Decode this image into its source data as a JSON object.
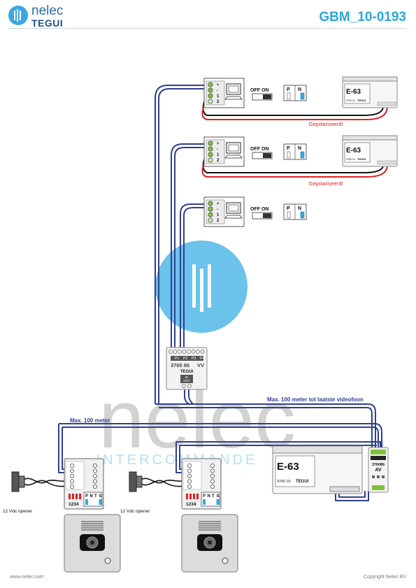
{
  "brand": {
    "name": "nelec",
    "sub": "TEGUI"
  },
  "doc_id": "GBM_10-0193",
  "footer": {
    "website": "www.nelec.com",
    "copyright": "Copyright Nelec BV"
  },
  "watermark": {
    "word": "nelec",
    "tagline": "INTERCOMMANDE"
  },
  "colors": {
    "accent": "#29a8e0",
    "wire": "#2f3f91",
    "polarity": "#e02020",
    "terminal": "#7ec23c",
    "tile": "#33a9e0"
  },
  "units": [
    {
      "switch_label": "OFF ON",
      "pn_labels": [
        "P",
        "N"
      ],
      "terminals": [
        "+",
        "-",
        "1",
        "2"
      ]
    },
    {
      "switch_label": "OFF ON",
      "pn_labels": [
        "P",
        "N"
      ],
      "terminals": [
        "+",
        "-",
        "1",
        "2"
      ]
    },
    {
      "switch_label": "OFF ON",
      "pn_labels": [
        "P",
        "N"
      ],
      "terminals": [
        "+",
        "-",
        "1",
        "2"
      ]
    }
  ],
  "supply_top": {
    "model": "E-63",
    "code": "3760 01",
    "brand": "TEGUI"
  },
  "polarity_note": "Gepolariseerd!",
  "distributor": {
    "ports": [
      "P1",
      "P2",
      "P3",
      "P4"
    ],
    "model": "3760 86",
    "suffix": "VV",
    "brand": "TEGUI",
    "in_label": "IN",
    "out_label": "OUT"
  },
  "cable_notes": {
    "top": "Max. 100 meter tot laatste videofoon",
    "left": "Max. 100 meter"
  },
  "supply_main": {
    "model": "E-63",
    "code": "3760 01",
    "brand": "TEGUI"
  },
  "av_module": {
    "code": "376086",
    "label": "AV"
  },
  "door_panels": [
    {
      "opener": "12 Vdc opener",
      "dip": "1234",
      "cols": [
        "P",
        "N",
        "T",
        "S"
      ]
    },
    {
      "opener": "12 Vdc opener",
      "dip": "1234",
      "cols": [
        "P",
        "N",
        "T",
        "S"
      ]
    }
  ]
}
